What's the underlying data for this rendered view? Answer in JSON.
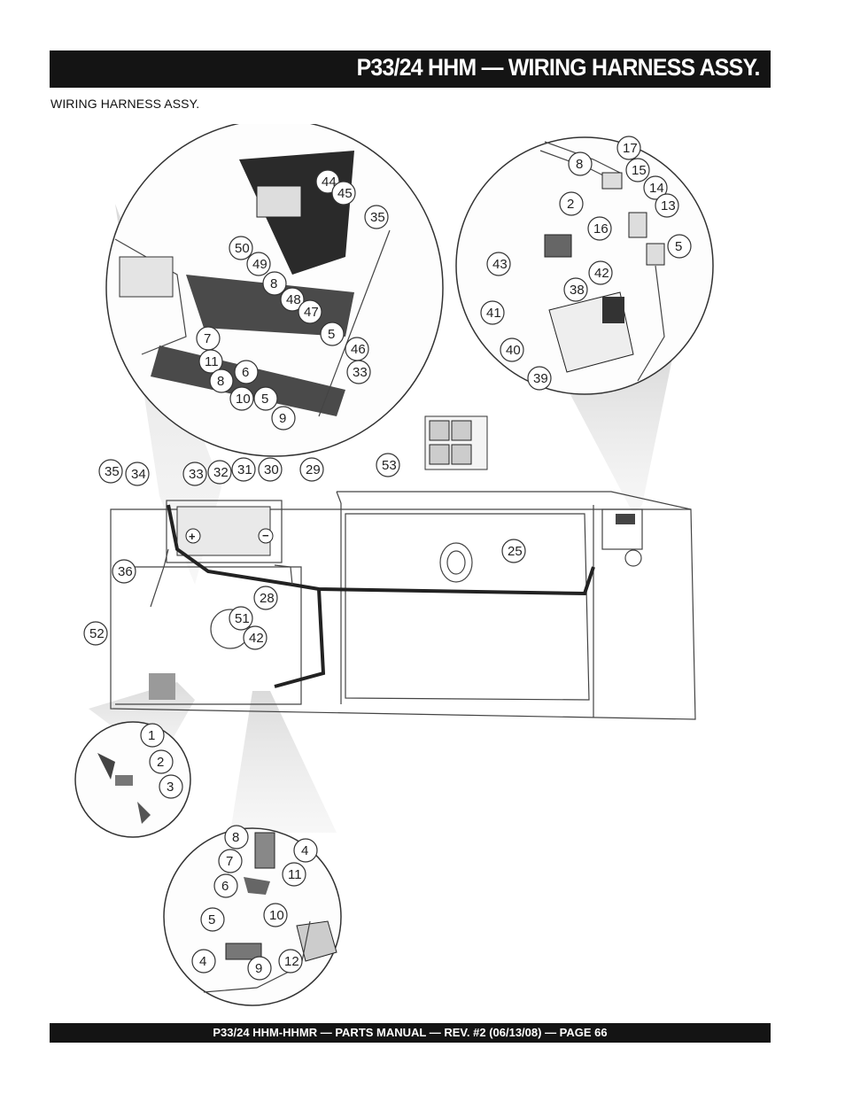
{
  "header": {
    "title": "P33/24 HHM — WIRING HARNESS ASSY."
  },
  "subtitle": "WIRING HARNESS ASSY.",
  "footer": {
    "text": "P33/24 HHM-HHMR — PARTS MANUAL — REV. #2 (06/13/08) — PAGE 66"
  },
  "callouts": {
    "main": [
      "35",
      "34",
      "33",
      "32",
      "31",
      "30",
      "29",
      "53",
      "25",
      "36",
      "52",
      "28",
      "51",
      "42"
    ],
    "detail_top_left": [
      "44",
      "45",
      "35",
      "50",
      "49",
      "8",
      "48",
      "47",
      "5",
      "46",
      "33",
      "7",
      "11",
      "8",
      "6",
      "10",
      "5",
      "9"
    ],
    "detail_top_right": [
      "8",
      "17",
      "15",
      "2",
      "16",
      "14",
      "13",
      "5",
      "43",
      "42",
      "38",
      "41",
      "40",
      "39"
    ],
    "detail_small": [
      "1",
      "2",
      "3"
    ],
    "detail_bottom": [
      "8",
      "4",
      "7",
      "11",
      "6",
      "10",
      "5",
      "9",
      "4",
      "12"
    ]
  }
}
